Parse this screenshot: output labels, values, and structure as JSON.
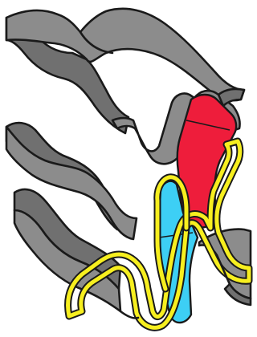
{
  "figure": {
    "colors": {
      "plate_face": "#8c8c8c",
      "plate_edge": "#707070",
      "outline": "#1a1a1a",
      "hot_channel": "#ee1d3b",
      "cold_channel": "#3dcff5",
      "gasket": "#f7ef1f",
      "background": "#ffffff"
    },
    "parts": [
      {
        "name": "upper-corrugated-plate",
        "icon": "corrugated-plate"
      },
      {
        "name": "lower-corrugated-plate",
        "icon": "corrugated-plate"
      },
      {
        "name": "hot-fluid-channel",
        "icon": "red-channel"
      },
      {
        "name": "cold-fluid-channel",
        "icon": "blue-channel"
      },
      {
        "name": "gasket-seal",
        "icon": "yellow-gasket"
      }
    ]
  }
}
